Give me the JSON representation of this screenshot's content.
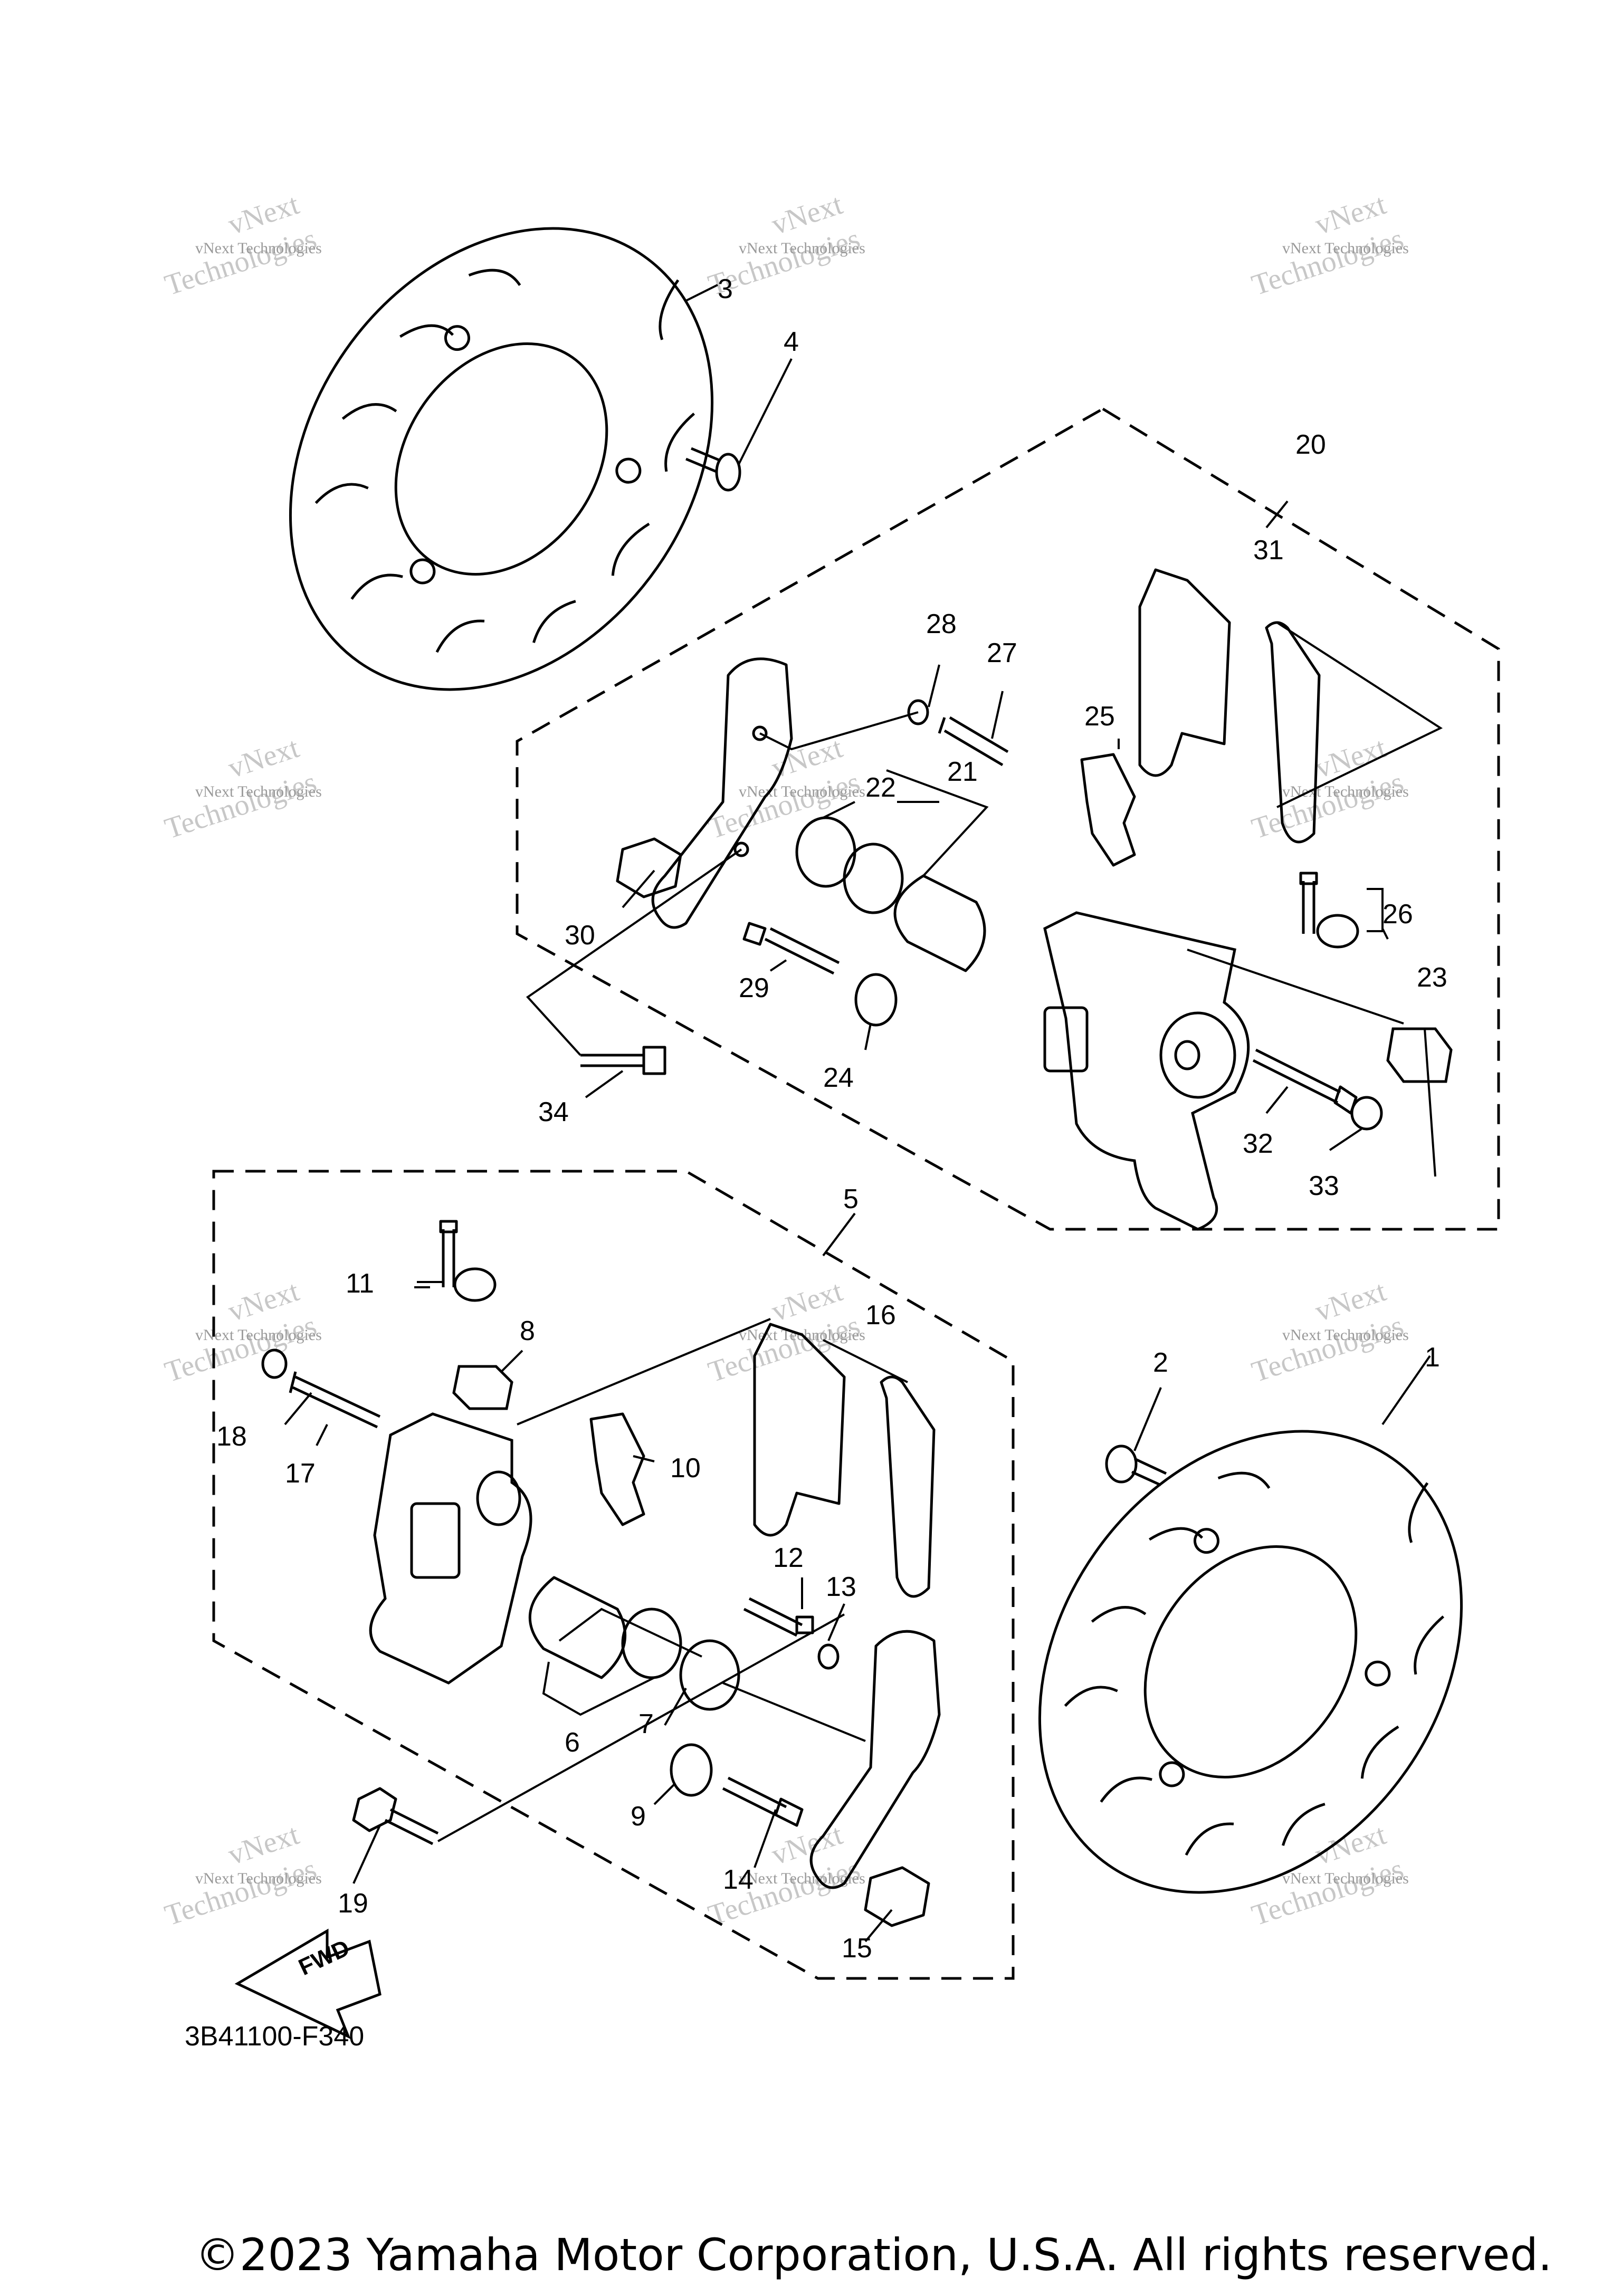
{
  "diagram": {
    "drawing_code": "3B41100-F340",
    "copyright": "©2023 Yamaha Motor Corporation, U.S.A. All rights reserved.",
    "watermark": {
      "line1": "vNext Technologies",
      "line2": "vNext",
      "line3": "Technologies"
    },
    "direction_label": "FWD",
    "callouts": [
      "1",
      "2",
      "3",
      "4",
      "5",
      "6",
      "7",
      "8",
      "9",
      "10",
      "11",
      "12",
      "13",
      "14",
      "15",
      "16",
      "17",
      "18",
      "19",
      "20",
      "21",
      "22",
      "23",
      "24",
      "25",
      "26",
      "27",
      "28",
      "29",
      "30",
      "31",
      "32",
      "33",
      "34"
    ]
  }
}
